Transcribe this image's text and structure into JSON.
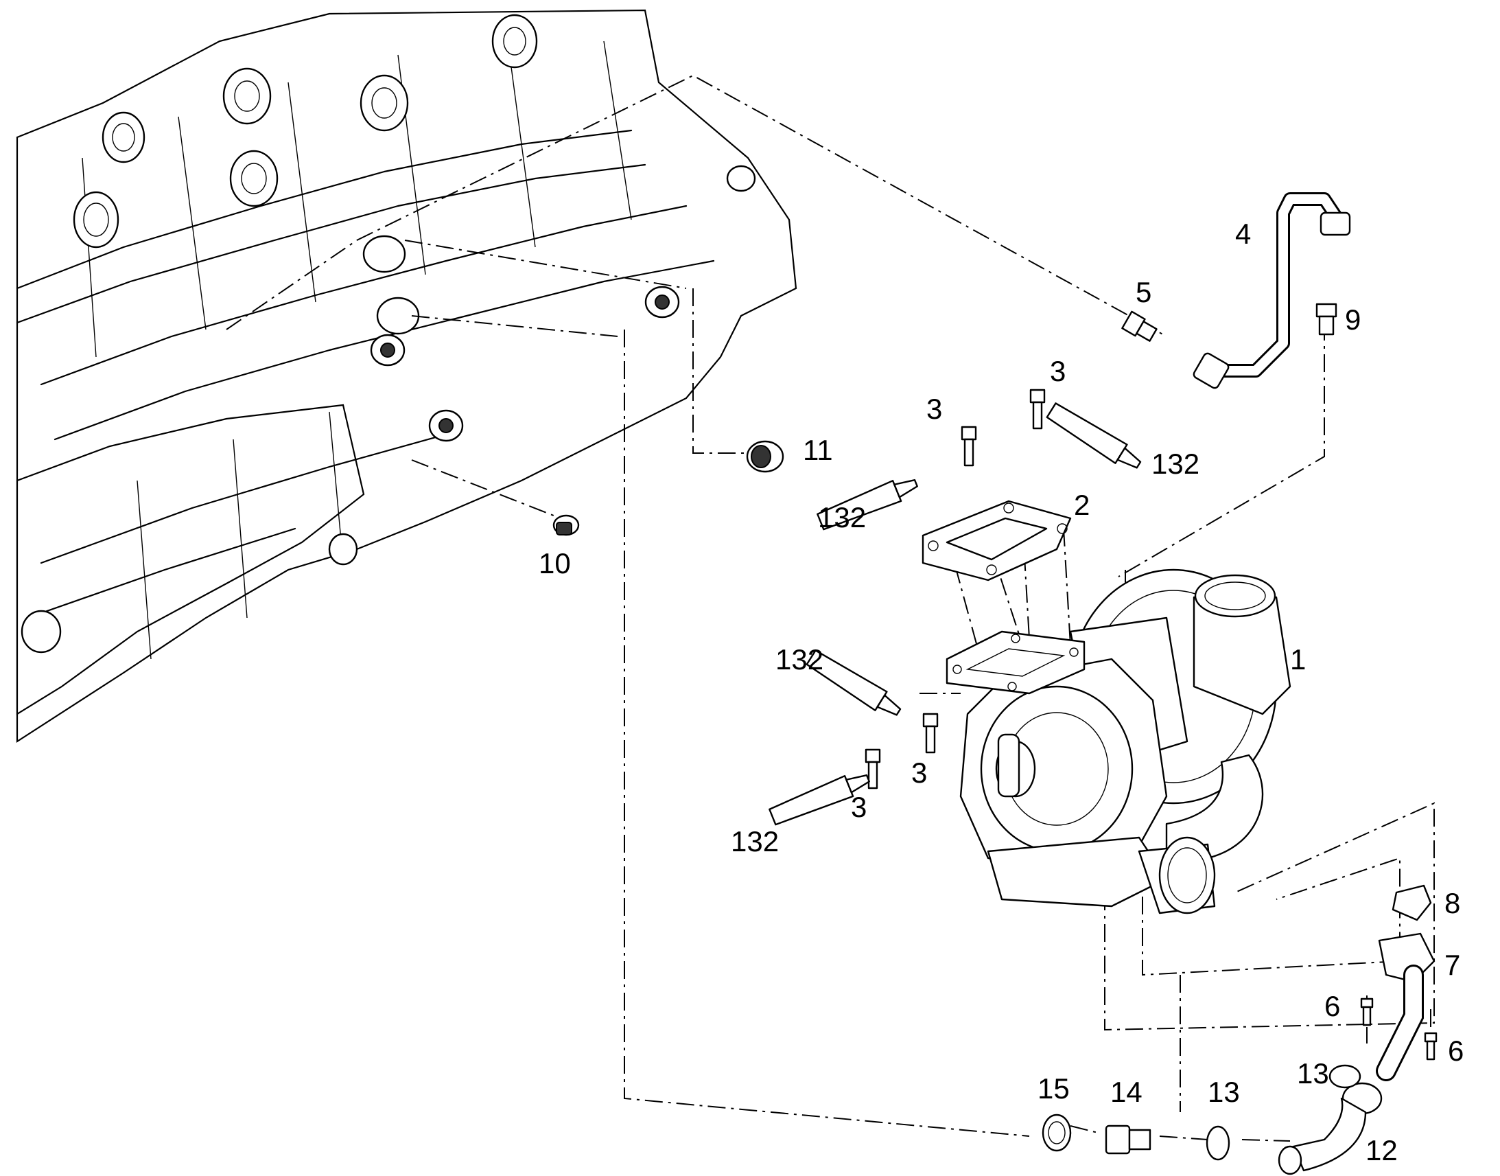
{
  "callouts": {
    "c1": "1",
    "c2": "2",
    "c3a": "3",
    "c3b": "3",
    "c3c": "3",
    "c3d": "3",
    "c4": "4",
    "c5": "5",
    "c6a": "6",
    "c6b": "6",
    "c7": "7",
    "c8": "8",
    "c9": "9",
    "c10": "10",
    "c11": "11",
    "c12": "12",
    "c13a": "13",
    "c13b": "13",
    "c14": "14",
    "c15": "15",
    "c132a": "132",
    "c132b": "132",
    "c132c": "132",
    "c132d": "132"
  },
  "icons": {
    "engine_block": "engine-block-icon",
    "turbocharger": "turbocharger-icon",
    "gasket": "gasket-icon",
    "bolt": "bolt-icon",
    "sealant_tube": "sealant-tube-icon",
    "oil_pipe": "oil-pipe-icon",
    "fitting": "fitting-icon",
    "plug": "plug-icon",
    "hose": "hose-icon",
    "clamp": "clamp-icon",
    "seal_ring": "seal-ring-icon"
  }
}
